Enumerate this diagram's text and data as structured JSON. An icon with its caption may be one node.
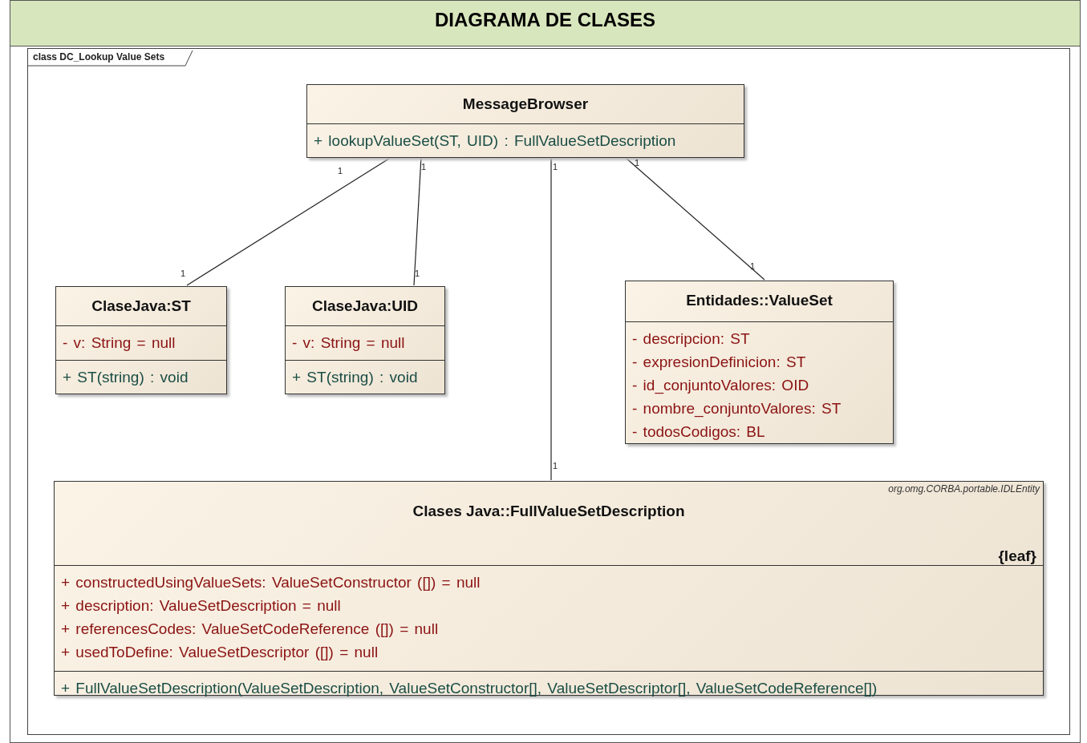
{
  "diagram": {
    "title": "DIAGRAMA DE CLASES",
    "nodes": [
      {
        "text": [
          "class DC_Lookup Value Sets"
        ]
      },
      {
        "text": [
          "MessageBrowser",
          "+ lookupValueSet(ST, UID) : FullValueSetDescription"
        ],
        "in": 0
      },
      {
        "text": [
          "ClaseJava:ST",
          "- v: String = null",
          "+ ST(string) : void"
        ],
        "in": 0
      },
      {
        "text": [
          "ClaseJava:UID",
          "- v: String = null",
          "+ ST(string) : void"
        ],
        "in": 0
      },
      {
        "text": [
          "Entidades::ValueSet",
          "- descripcion: ST",
          "- expresionDefinicion: ST",
          "- id_conjuntoValores: OID",
          "- nombre_conjuntoValores: ST",
          "- todosCodigos: BL"
        ],
        "in": 0
      },
      {
        "text": [
          "org.omg.CORBA.portable.IDLEntity",
          "Clases Java::FullValueSetDescription",
          "{leaf}",
          "+ constructedUsingValueSets: ValueSetConstructor ([]) = null",
          "+ description: ValueSetDescription = null",
          "+ referencesCodes: ValueSetCodeReference ([]) = null",
          "+ usedToDefine: ValueSetDescriptor ([]) = null",
          "+ FullValueSetDescription(ValueSetDescription, ValueSetConstructor[], ValueSetDescriptor[], ValueSetCodeReference[])"
        ],
        "in": 0
      }
    ],
    "edges": [
      {
        "from": 1,
        "to": 2,
        "arrow": "none"
      },
      {
        "from": 1,
        "to": 3,
        "arrow": "none"
      },
      {
        "from": 1,
        "to": 4,
        "arrow": "none"
      },
      {
        "from": 1,
        "to": 5,
        "arrow": "none"
      }
    ],
    "labels": [
      "1",
      "1",
      "1",
      "1",
      "1",
      "1",
      "1",
      "1"
    ]
  }
}
